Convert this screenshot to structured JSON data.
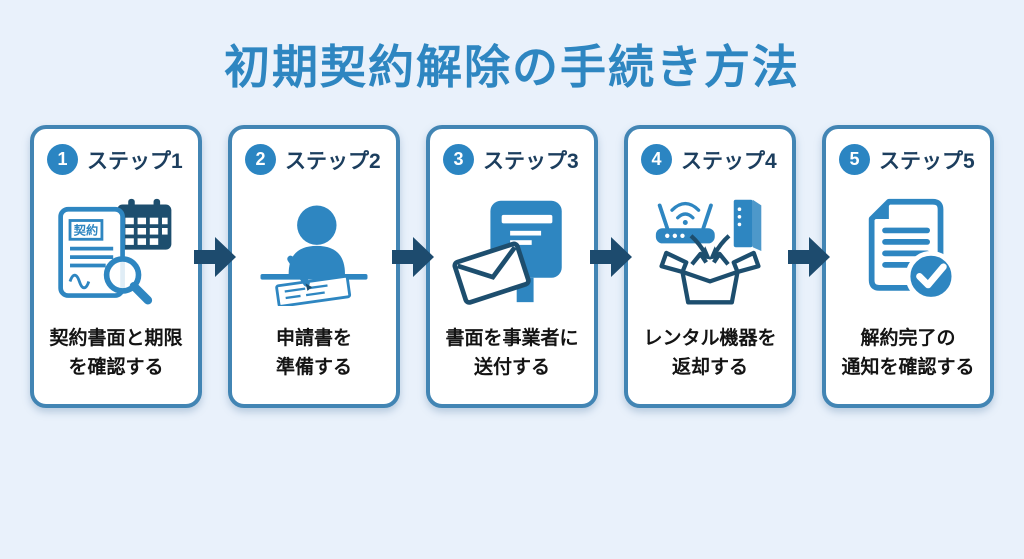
{
  "title": "初期契約解除の手続き方法",
  "colors": {
    "background": "#e9f1fb",
    "title_blue": "#2e86c1",
    "card_border": "#4285b4",
    "step_circle": "#2b85c2",
    "step_label_navy": "#1c3e5e",
    "arrow_navy": "#1d4b6e",
    "icon_blue": "#2e86c1",
    "icon_navy": "#1d4e6e",
    "caption_text": "#141414"
  },
  "icons": {
    "contract_label": "契約"
  },
  "steps": [
    {
      "number": "1",
      "label": "ステップ1",
      "icon": "contract-calendar-magnifier-icon",
      "caption_line1": "契約書面と期限",
      "caption_line2": "を確認する"
    },
    {
      "number": "2",
      "label": "ステップ2",
      "icon": "person-writing-icon",
      "caption_line1": "申請書を",
      "caption_line2": "準備する"
    },
    {
      "number": "3",
      "label": "ステップ3",
      "icon": "envelope-postbox-icon",
      "caption_line1": "書面を事業者に",
      "caption_line2": "送付する"
    },
    {
      "number": "4",
      "label": "ステップ4",
      "icon": "router-return-box-icon",
      "caption_line1": "レンタル機器を",
      "caption_line2": "返却する"
    },
    {
      "number": "5",
      "label": "ステップ5",
      "icon": "document-check-icon",
      "caption_line1": "解約完了の",
      "caption_line2": "通知を確認する"
    }
  ]
}
